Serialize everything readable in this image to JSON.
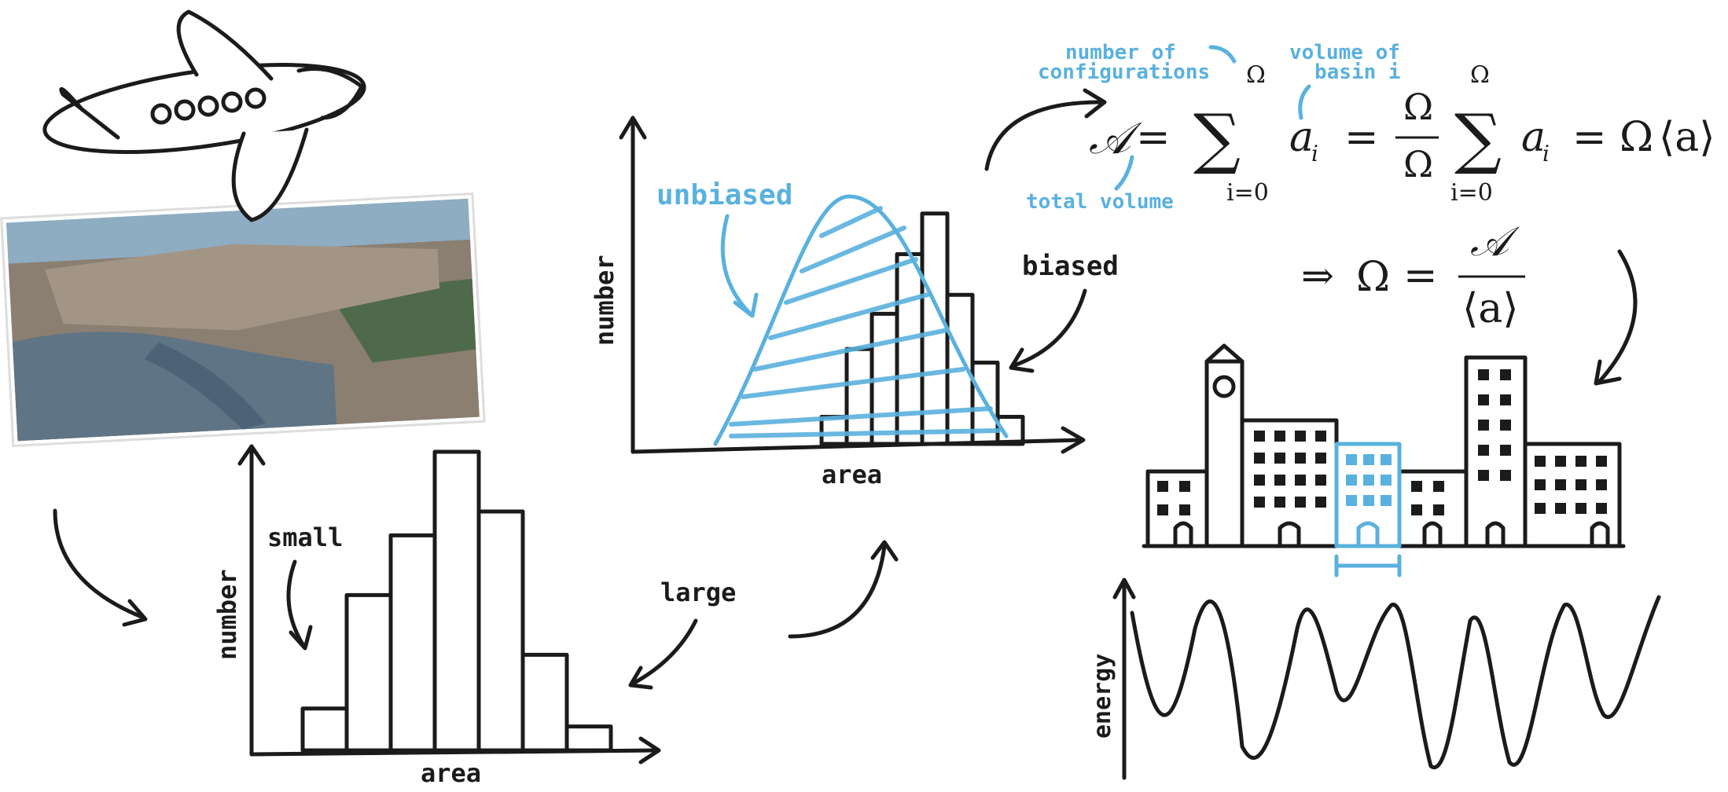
{
  "labels": {
    "small": "small",
    "large": "large",
    "biased": "biased",
    "unbiased": "unbiased",
    "number": "number",
    "area": "area",
    "energy": "energy",
    "number_of_configurations": [
      "number of",
      "configurations"
    ],
    "volume_of_basin": [
      "volume of",
      "basin i"
    ],
    "total_volume": "total volume"
  },
  "equation": {
    "A": "𝒜",
    "eq": "=",
    "sum": "∑",
    "omega": "Ω",
    "i0": "i=0",
    "ai": "a",
    "sub_i": "i",
    "mean_a": "⟨a⟩",
    "implies": "⇒"
  },
  "colors": {
    "ink": "#1b1b1b",
    "accent": "#5ab1de"
  },
  "histogram_small_large": [
    0.14,
    0.52,
    0.72,
    1.0,
    0.8,
    0.32,
    0.08
  ],
  "histogram_biased": [
    0.1,
    0.35,
    0.48,
    0.7,
    0.85,
    0.55,
    0.3,
    0.1
  ],
  "unbiased_curve_shape": "skewed-peak",
  "icons": [
    "airplane-icon",
    "city-photo",
    "building-icon",
    "arrow-icon"
  ]
}
